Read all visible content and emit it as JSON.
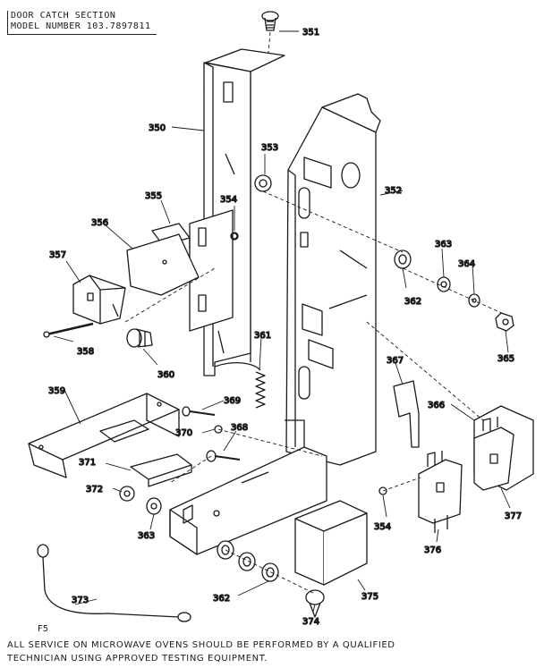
{
  "header": {
    "line1": "DOOR CATCH SECTION",
    "line2": "MODEL NUMBER 103.7897811"
  },
  "labels": {
    "p350": "350",
    "p351": "351",
    "p352": "352",
    "p353": "353",
    "p354a": "354",
    "p354b": "354",
    "p355": "355",
    "p356": "356",
    "p357": "357",
    "p358": "358",
    "p359": "359",
    "p360": "360",
    "p361": "361",
    "p362a": "362",
    "p362b": "362",
    "p363a": "363",
    "p363b": "363",
    "p364": "364",
    "p365": "365",
    "p366": "366",
    "p367": "367",
    "p368": "368",
    "p369": "369",
    "p370": "370",
    "p371": "371",
    "p372": "372",
    "p373": "373",
    "p374": "374",
    "p375": "375",
    "p376": "376",
    "p377": "377"
  },
  "corner_mark": "F5",
  "footer": {
    "line1": "ALL SERVICE ON MICROWAVE OVENS SHOULD BE PERFORMED BY A QUALIFIED",
    "line2": "TECHNICIAN USING APPROVED TESTING EQUIPMENT."
  }
}
